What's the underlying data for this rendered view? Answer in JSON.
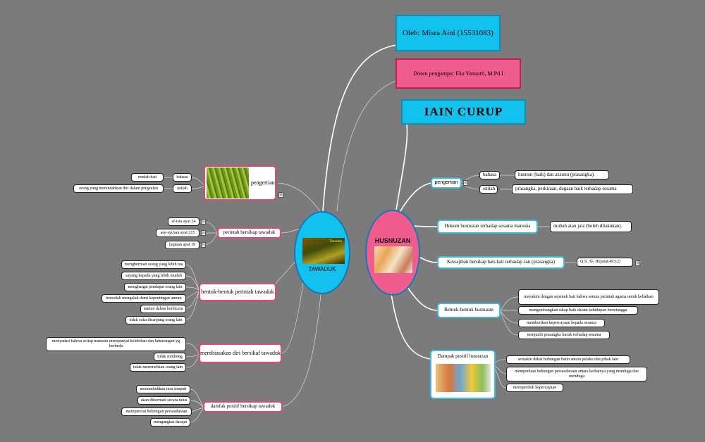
{
  "header": {
    "author": "Oleh: Misra Aini (15531083)",
    "lecturer": "Dosen pengampu: Eka Yanuarti, M.Pd.I",
    "institution": "IAIN CURUP"
  },
  "tawaduk": {
    "label": "TAWADUK",
    "image_caption": "Tawaduk",
    "branches": {
      "pengertian": {
        "label": "pengertian",
        "bahasa_label": "bahasa",
        "bahasa_value": "rendah hati",
        "istilah_label": "istilah",
        "istilah_value": "orang yang merendahkan diri dalam pergaulan"
      },
      "perintah": {
        "label": "perintah bersikap tawaduk",
        "items": [
          "al-isra ayat 24",
          "asy-syu'ara ayat 215",
          "luqman ayat 19"
        ]
      },
      "bentuk": {
        "label": "bentuk-bentuk perintah tawaduk",
        "items": [
          "menghormati orang yang lebih tua",
          "sayang kepada yang lebih mudah",
          "menghargai pendapat orang lain",
          "bersedah mengalah demi kepentingan umum",
          "santun dalam berbicara",
          "tidak suka disanjung orang lain"
        ]
      },
      "membiasakan": {
        "label": "membiasakan diri bersikaf tawaduk",
        "items": [
          "menyadari bahwa setiap manusia mempunyai kelebihan dan kekurangan yg berbeda",
          "tidak sombong",
          "tidak meremehkan orang lain"
        ]
      },
      "dampak": {
        "label": "damfak positif bersikap tawaduk",
        "items": [
          "menumbuhkan rasa simpati",
          "akan dihormati secara tulus",
          "mempererat hubungan persaudaraan",
          "mengangkat darajat"
        ]
      }
    }
  },
  "husnuzan": {
    "label": "HUSNUZAN",
    "branches": {
      "pengertian": {
        "label": "pengertian",
        "bahasa_label": "bahasa",
        "bahasa_value": "husnun (baik) dan azzonu (prasangka).",
        "istilah_label": "istilah",
        "istilah_value": "prasangka, perkiraan, dugaan baik terhadap sesama"
      },
      "hukum": {
        "label": "Hukum husnuzan terhadap sesama manusia",
        "value": "mubah atau jaiz (boleh dilakukan)."
      },
      "kewajiban": {
        "label": "Kewajiban bersikap hati-hati terhadap zan (prasangka)",
        "value": "Q.S. Al- Hujurat:49:12)"
      },
      "bentuk": {
        "label": "Bentuk-bentuk husnuzan",
        "items": [
          "meyakini dengan sepenuh hati bahwa semua perintah agama untuk kebaikan",
          "mengembangkan sikap baik dalam kehidupan bertetangga",
          "memberikan kepercayaan kepada sesama",
          "menjauhi prasangka buruk terhadap sesama"
        ]
      },
      "dampak": {
        "label": "Dampak positif husnuzan",
        "items": [
          "semakin dekat hubungan batin antara pelaku dan pihak lain",
          "memperkuat hubungan persaudaraan antara keduanya yang menduga dan menduga",
          "memperoleh kepercayaan"
        ]
      }
    }
  },
  "colors": {
    "background": "#7b7b7b",
    "pink": "#f05c8e",
    "cyan": "#12c1ee",
    "line": "#ffffff"
  }
}
